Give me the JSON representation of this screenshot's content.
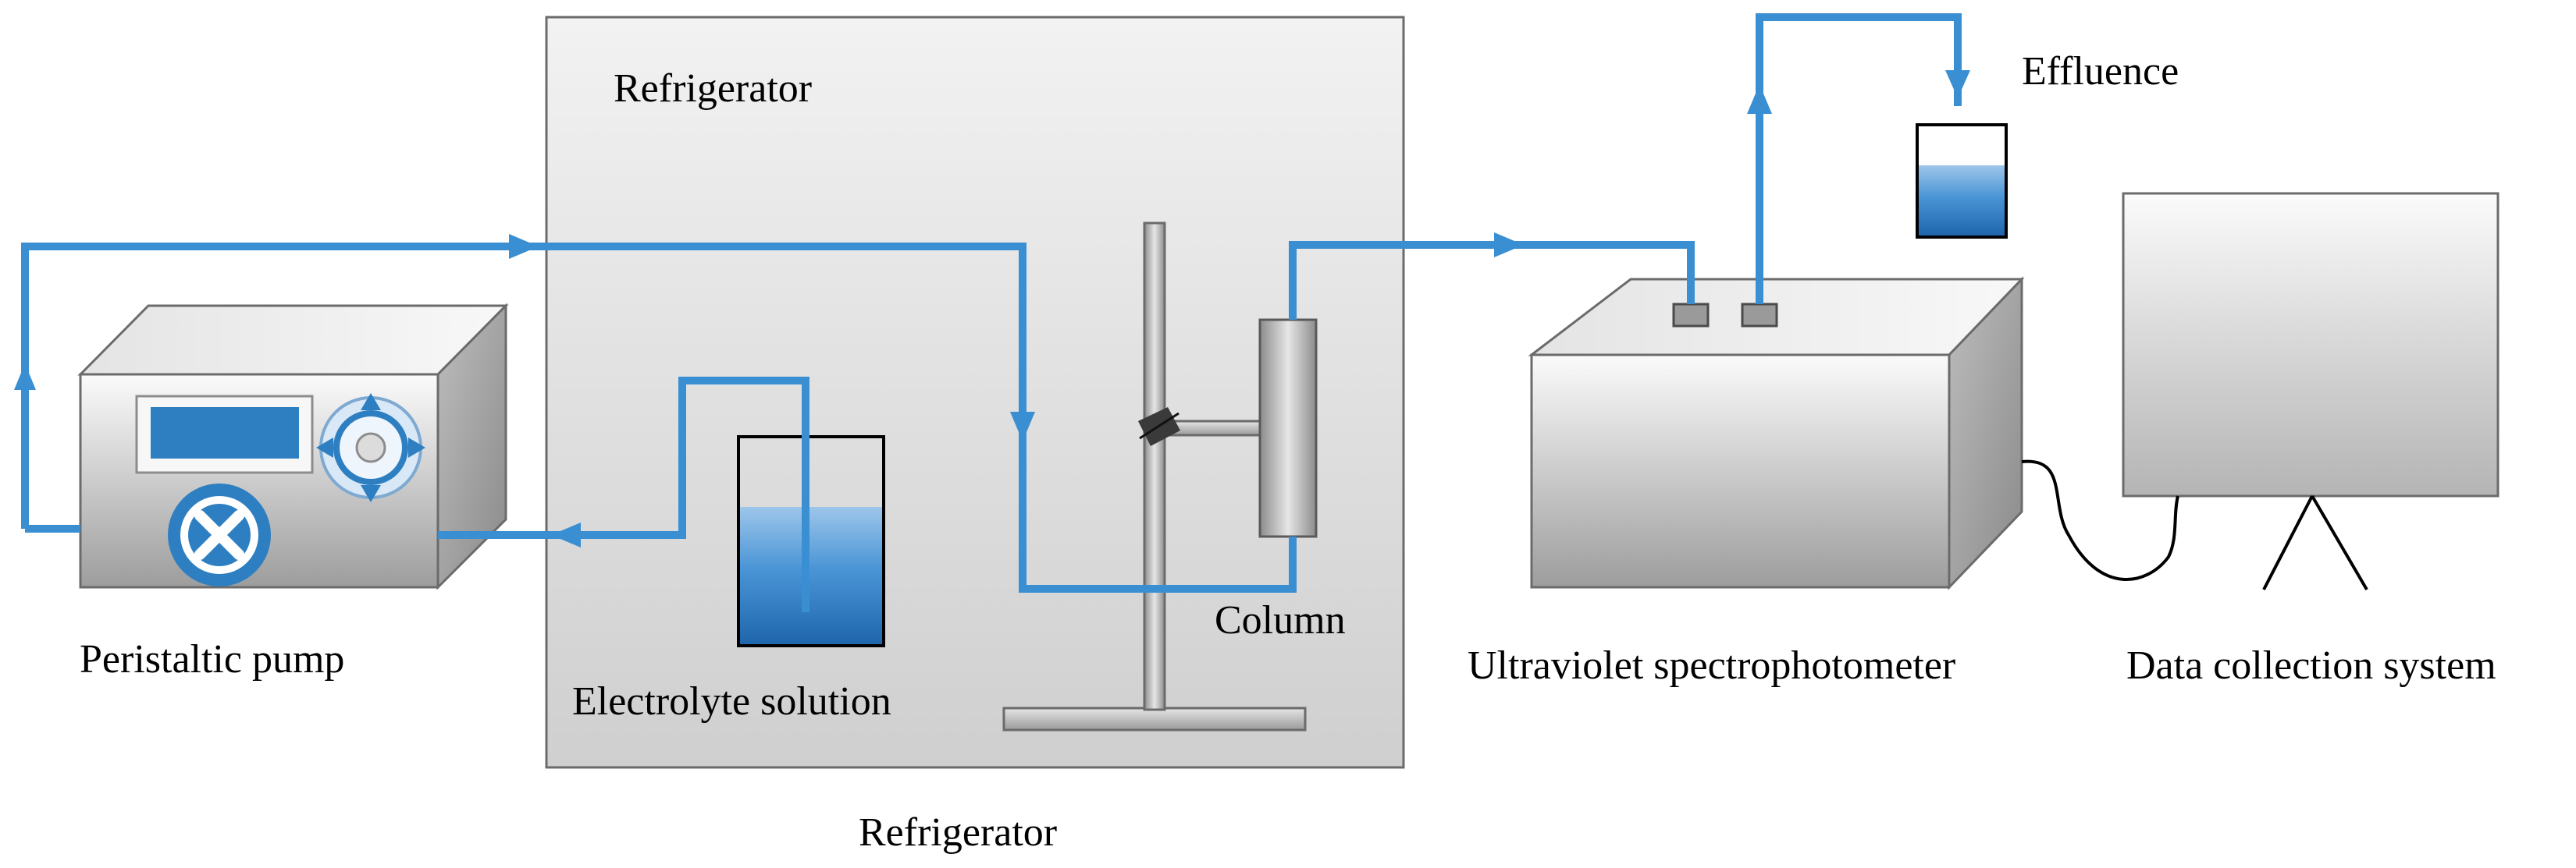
{
  "labels": {
    "refrigerator_inner": "Refrigerator",
    "refrigerator_caption": "Refrigerator",
    "peristaltic_pump": "Peristaltic pump",
    "electrolyte_solution": "Electrolyte solution",
    "column": "Column",
    "uv_spectrophotometer": "Ultraviolet spectrophotometer",
    "data_collection_system": "Data collection system",
    "effluence": "Effluence"
  },
  "colors": {
    "tubing": "#3a8fd2",
    "liquid": "#3a86c8",
    "pump_display": "#2e7fc1",
    "outline": "#5a5a5a",
    "refrigerator_fill": "#dcdcdc"
  },
  "icons": {
    "pump_control_pad": "arrow-cross-dial-icon",
    "pump_roller": "x-wheel-icon",
    "flow_direction": "arrow-icon"
  }
}
